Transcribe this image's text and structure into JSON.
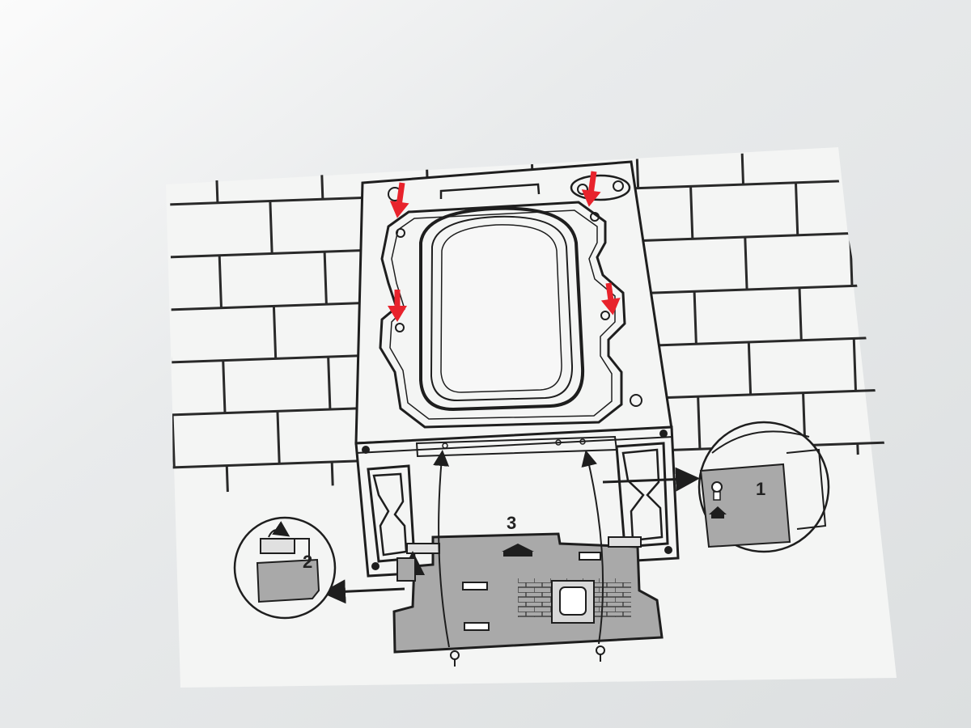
{
  "diagram": {
    "callouts": [
      {
        "id": "1",
        "label": "1"
      },
      {
        "id": "2",
        "label": "2"
      },
      {
        "id": "3",
        "label": "3"
      }
    ],
    "colors": {
      "background": "#e6e8e9",
      "paper": "#f4f5f4",
      "line": "#1e1e1e",
      "panel_fill": "#a9a9a9",
      "arrow_red": "#e8232c"
    },
    "icons": [
      "red-arrow-icon",
      "screw-icon",
      "direction-arrow-icon"
    ]
  }
}
